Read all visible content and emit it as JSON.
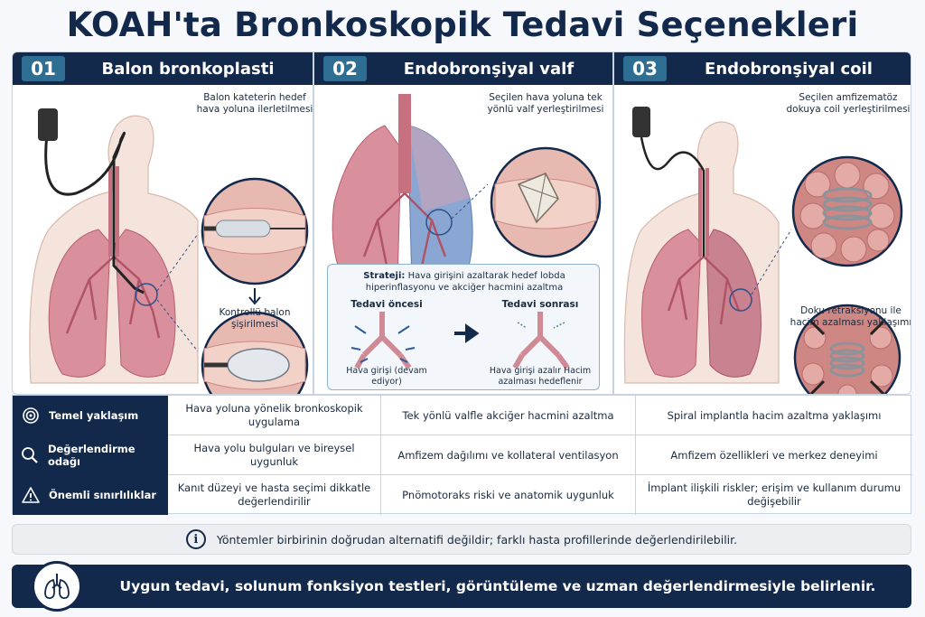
{
  "title": "KOAH'ta Bronkoskopik Tedavi Seçenekleri",
  "panels": [
    {
      "num": "01",
      "title": "Balon bronkoplasti",
      "cap1": "Balon kateterin hedef hava yoluna ilerletilmesi",
      "cap2": "Kontrollü balon şişirilmesi"
    },
    {
      "num": "02",
      "title": "Endobronşiyal valf",
      "cap1": "Seçilen hava yoluna tek yönlü valf yerleştirilmesi",
      "strategy_label": "Strateji:",
      "strategy_text": "Hava girişini azaltarak hedef lobda hiperinflasyonu ve akciğer hacmini azaltma",
      "before_title": "Tedavi öncesi",
      "before_caption": "Hava girişi (devam ediyor)",
      "after_title": "Tedavi sonrası",
      "after_caption": "Hava girişi azalır Hacim azalması hedeflenir"
    },
    {
      "num": "03",
      "title": "Endobronşiyal coil",
      "cap1": "Seçilen amfizematöz dokuya coil yerleştirilmesi",
      "cap2": "Doku retraksiyonu ile hacim azalması yaklaşımı"
    }
  ],
  "table": {
    "rows": [
      {
        "icon": "target-icon",
        "label": "Temel yaklaşım",
        "cells": [
          "Hava yoluna yönelik bronkoskopik uygulama",
          "Tek yönlü valfle akciğer hacmini azaltma",
          "Spiral implantla hacim azaltma yaklaşımı"
        ]
      },
      {
        "icon": "magnifier-icon",
        "label": "Değerlendirme odağı",
        "cells": [
          "Hava yolu bulguları ve bireysel uygunluk",
          "Amfizem dağılımı ve kollateral ventilasyon",
          "Amfizem özellikleri ve merkez deneyimi"
        ]
      },
      {
        "icon": "warning-icon",
        "label": "Önemli sınırlılıklar",
        "cells": [
          "Kanıt düzeyi ve hasta seçimi dikkatle değerlendirilir",
          "Pnömotoraks riski ve anatomik uygunluk",
          "İmplant ilişkili riskler; erişim ve kullanım durumu değişebilir"
        ]
      }
    ]
  },
  "note": {
    "icon": "info-icon",
    "text": "Yöntemler birbirinin doğrudan alternatifi değildir; farklı hasta profillerinde değerlendirilebilir."
  },
  "footer": {
    "icon": "lungs-icon",
    "text": "Uygun tedavi, solunum fonksiyon testleri, görüntüleme ve uzman değerlendirmesiyle belirlenir."
  },
  "colors": {
    "navy": "#13294b",
    "accent": "#2e6e93",
    "lung": "#d9909c",
    "lung_dark": "#b85d6e",
    "emphysema_blue": "#7d9ccc"
  }
}
